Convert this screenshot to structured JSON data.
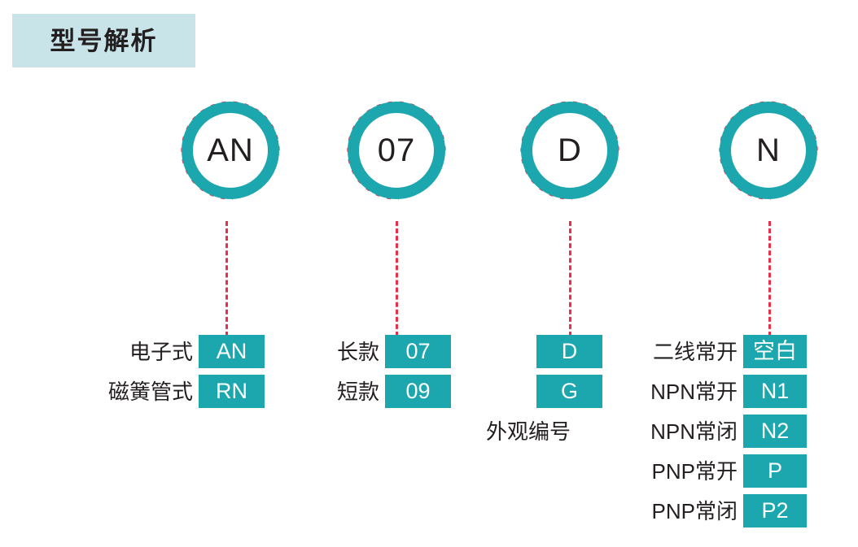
{
  "page": {
    "title": "型号解析",
    "accent_teal": "#1CA7AE",
    "title_bg": "#C9E4E9",
    "dash_red": "#E8304A",
    "text_dark": "#231F20"
  },
  "code_circles": [
    {
      "label": "AN",
      "name": "circle-an"
    },
    {
      "label": "07",
      "name": "circle-07"
    },
    {
      "label": "D",
      "name": "circle-d"
    },
    {
      "label": "N",
      "name": "circle-n"
    }
  ],
  "groups": [
    {
      "key": "type",
      "rows": [
        {
          "text": "电子式",
          "code": "AN"
        },
        {
          "text": "磁簧管式",
          "code": "RN"
        }
      ]
    },
    {
      "key": "length",
      "rows": [
        {
          "text": "长款",
          "code": "07"
        },
        {
          "text": "短款",
          "code": "09"
        }
      ]
    },
    {
      "key": "appearance",
      "rows": [
        {
          "text": "",
          "code": "D"
        },
        {
          "text": "",
          "code": "G"
        }
      ],
      "caption": "外观编号"
    },
    {
      "key": "output",
      "rows": [
        {
          "text": "二线常开",
          "code": "空白"
        },
        {
          "text": "NPN常开",
          "code": "N1"
        },
        {
          "text": "NPN常闭",
          "code": "N2"
        },
        {
          "text": "PNP常开",
          "code": "P"
        },
        {
          "text": "PNP常闭",
          "code": "P2"
        }
      ]
    }
  ]
}
